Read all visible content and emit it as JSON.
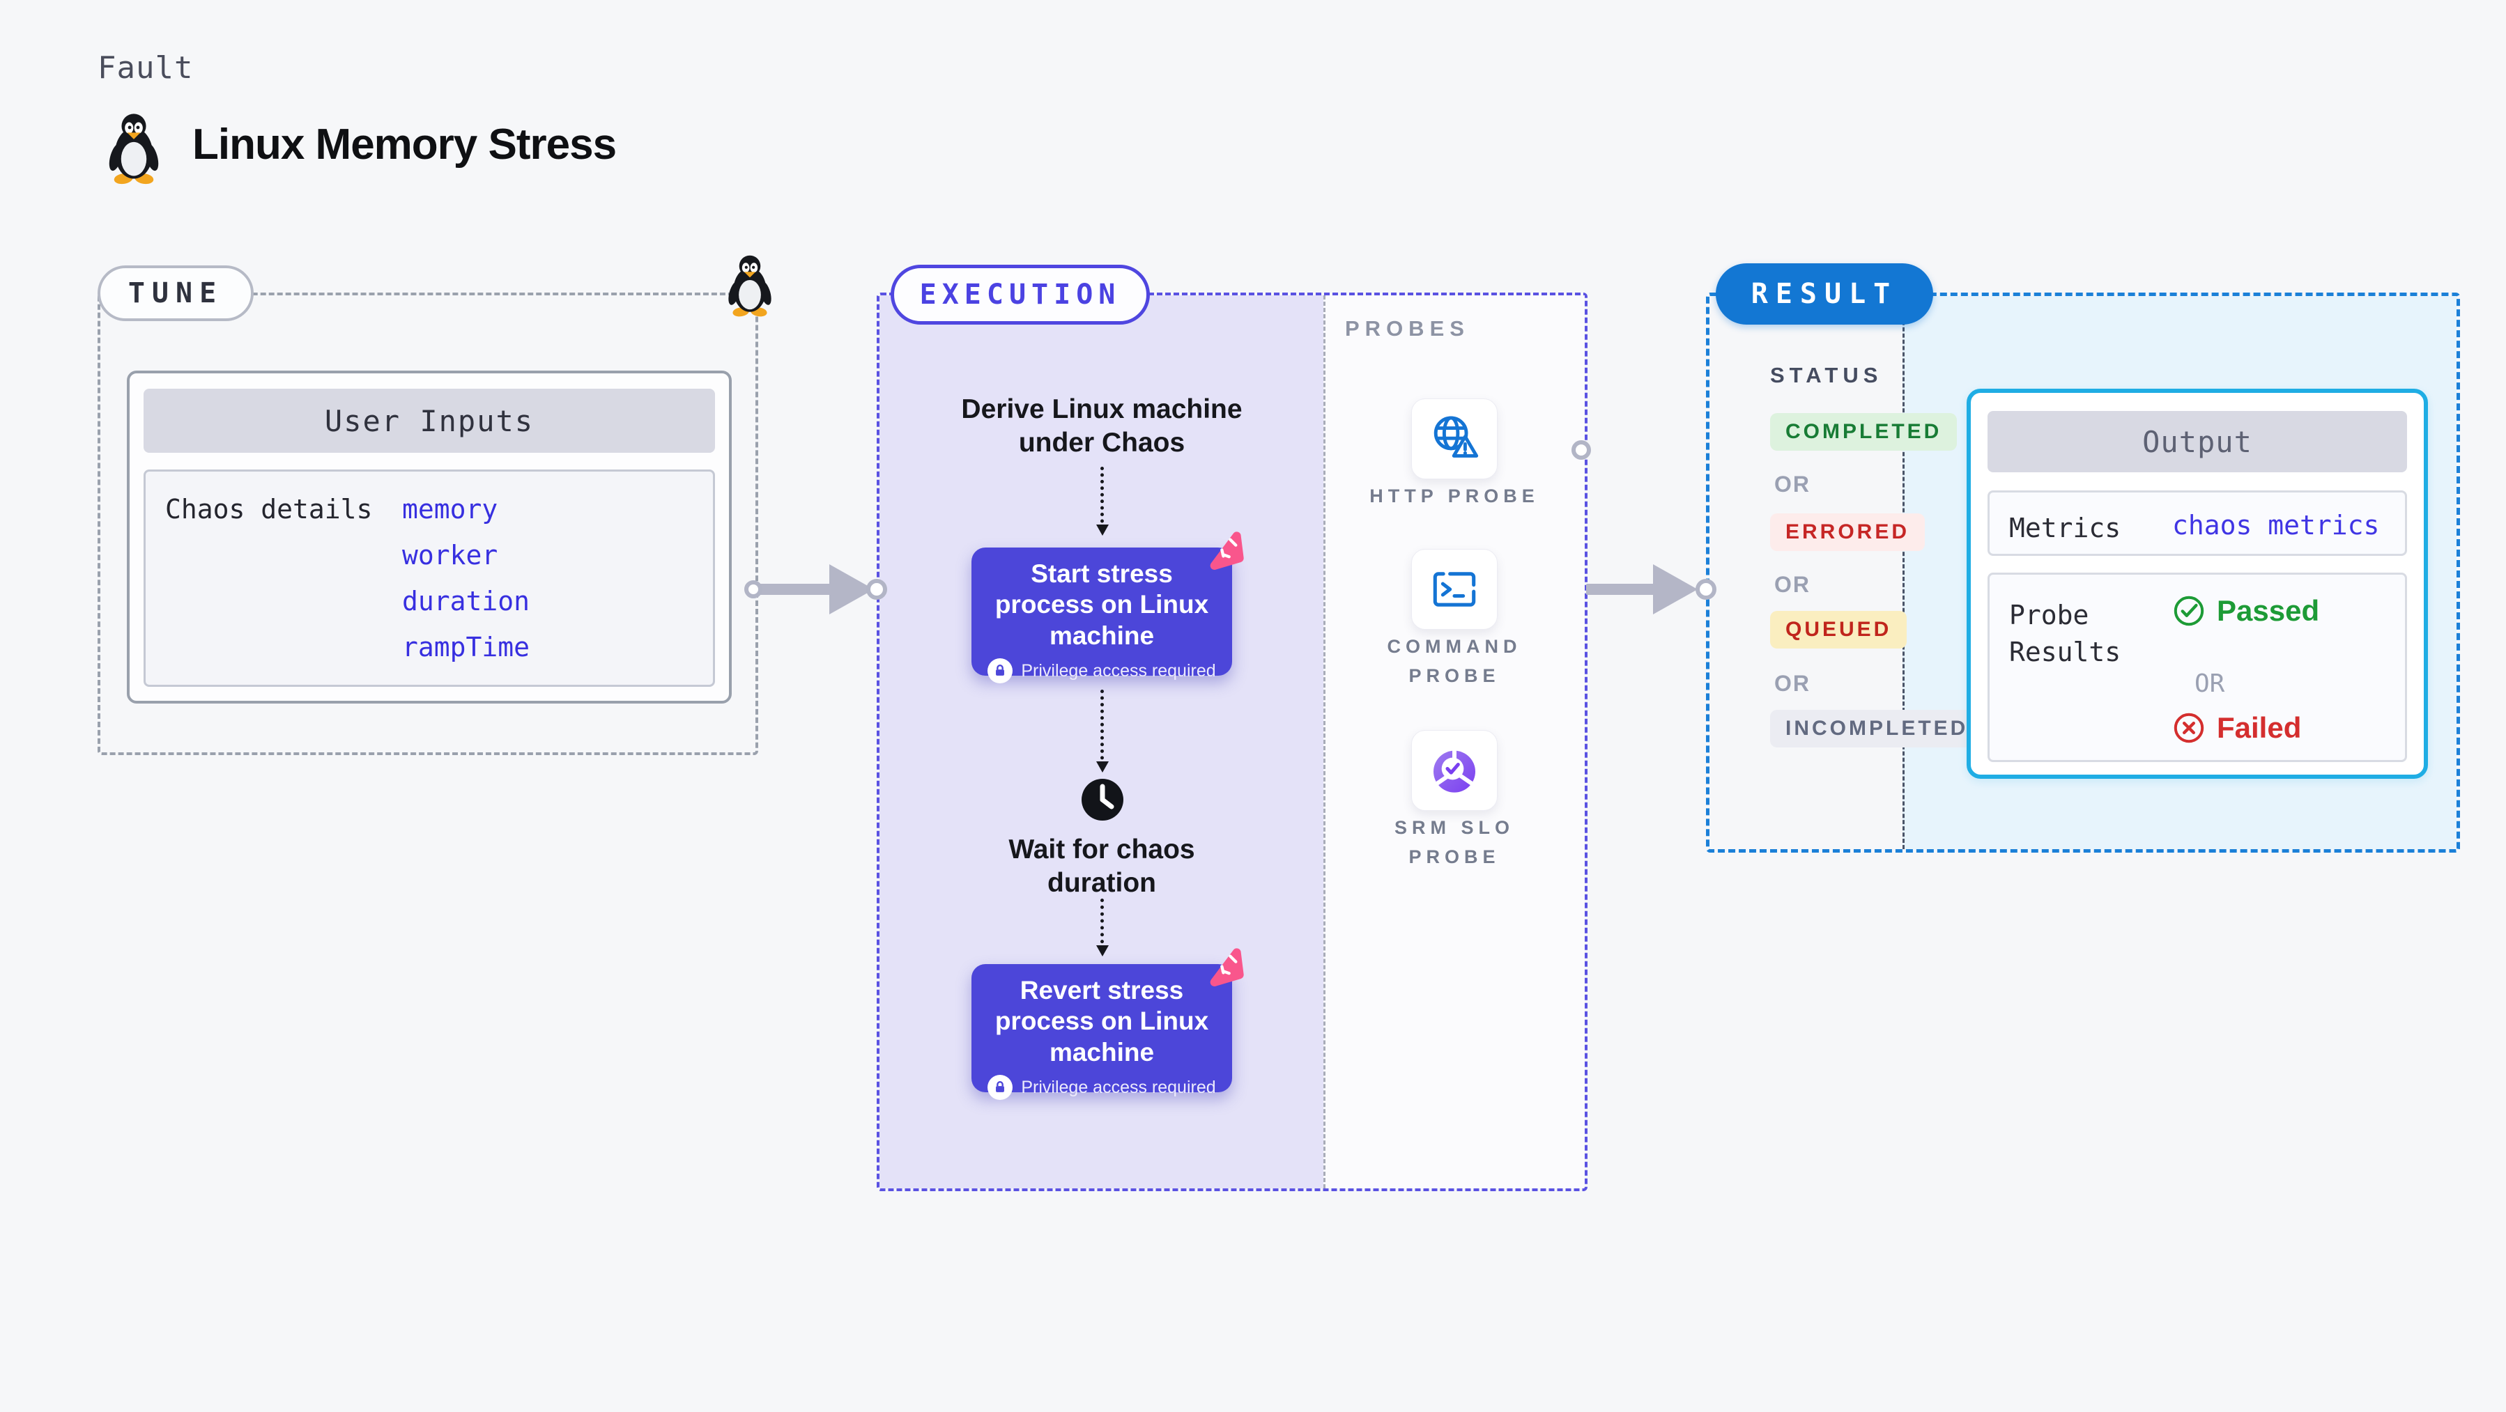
{
  "header": {
    "eyebrow": "Fault",
    "title": "Linux Memory Stress"
  },
  "tune": {
    "badge": "TUNE",
    "card": {
      "header": "User Inputs",
      "row_label": "Chaos details",
      "links": [
        "memory",
        "worker",
        "duration",
        "rampTime"
      ]
    }
  },
  "execution": {
    "badge": "EXECUTION",
    "derive_label": "Derive Linux machine under Chaos",
    "start_node": {
      "title": "Start stress process on Linux machine",
      "note": "Privilege access required"
    },
    "wait_label": "Wait for chaos duration",
    "revert_node": {
      "title": "Revert stress process on Linux machine",
      "note": "Privilege access required"
    }
  },
  "probes": {
    "label": "PROBES",
    "items": [
      {
        "name": "HTTP PROBE",
        "icon": "globe-alert-icon"
      },
      {
        "name": "COMMAND PROBE",
        "icon": "terminal-icon"
      },
      {
        "name": "SRM SLO PROBE",
        "icon": "slo-donut-icon"
      }
    ]
  },
  "result": {
    "badge": "RESULT",
    "status_label": "STATUS",
    "status_items": [
      {
        "text": "COMPLETED",
        "type": "completed"
      },
      {
        "text": "OR",
        "type": "or"
      },
      {
        "text": "ERRORED",
        "type": "errored"
      },
      {
        "text": "OR",
        "type": "or"
      },
      {
        "text": "QUEUED",
        "type": "queued"
      },
      {
        "text": "OR",
        "type": "or"
      },
      {
        "text": "INCOMPLETED",
        "type": "incompleted"
      }
    ],
    "output": {
      "header": "Output",
      "metrics_label": "Metrics",
      "metrics_link": "chaos metrics",
      "probe_results_label": "Probe Results",
      "passed_label": "Passed",
      "or_label": "OR",
      "failed_label": "Failed"
    }
  },
  "colors": {
    "accent_indigo": "#4c46d9",
    "execution_border": "#5a52e2",
    "result_blue": "#1377d3",
    "output_border": "#1fade4",
    "link_indigo": "#4035e4",
    "passed_green": "#1d9b36",
    "failed_red": "#d42e2e",
    "pink_logo": "#f9568c",
    "probe_icon_blue": "#1474d4",
    "panel_purple": "#e4e2f8",
    "panel_light_blue": "#e7f4fc"
  }
}
